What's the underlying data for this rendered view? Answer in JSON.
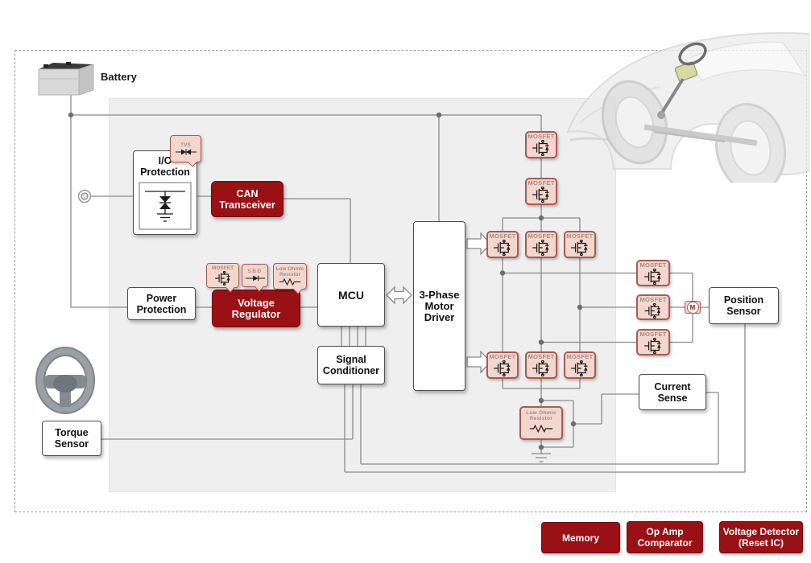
{
  "labels": {
    "battery": "Battery",
    "io_protection": "I/O Protection",
    "tvs": "TVS",
    "can_transceiver": "CAN Transceiver",
    "power_protection": "Power Protection",
    "voltage_regulator": "Voltage Regulator",
    "tag_mosfet": "MOSFET",
    "tag_sbd": "SBD",
    "tag_low_ohmic": "Low Ohmic Resistor",
    "mcu": "MCU",
    "signal_conditioner": "Signal Conditioner",
    "motor_driver": "3-Phase Motor Driver",
    "mosfet": "MOSFET",
    "low_ohmic_resistor": "Low Ohmic Resistor",
    "position_sensor": "Position Sensor",
    "current_sense": "Current Sense",
    "torque_sensor": "Torque Sensor",
    "motor": "M"
  },
  "footer_buttons": [
    {
      "label": "Memory"
    },
    {
      "label": "Op Amp Comparator"
    },
    {
      "label": "Voltage Detector (Reset IC)"
    }
  ],
  "colors": {
    "accent_dark_red": "#9a1115",
    "mosfet_pink_fill": "#f3d6cd",
    "mosfet_pink_border": "#a85b52",
    "panel_gray": "#efeff0",
    "wire_gray": "#8a8a8a",
    "dashed_border_gray": "#9b9b9b"
  }
}
